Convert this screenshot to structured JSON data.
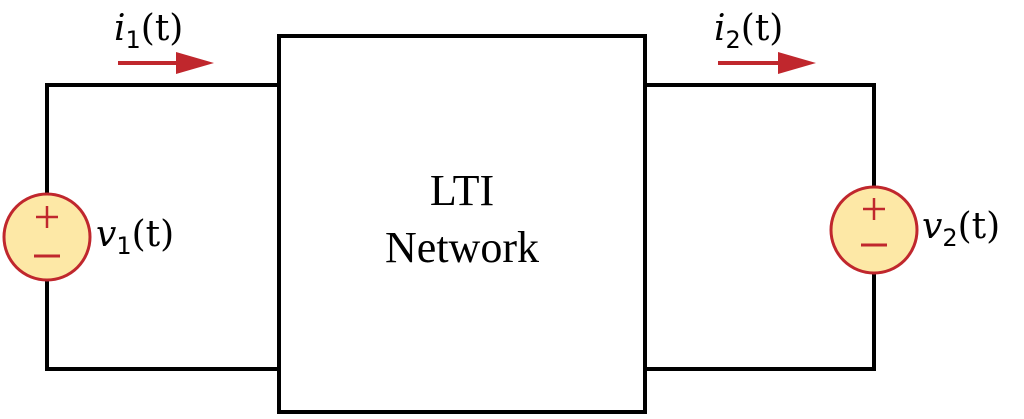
{
  "diagram": {
    "network_box": {
      "line1": "LTI",
      "line2": "Network"
    },
    "currents": [
      {
        "name": "i",
        "subscript": "1",
        "arg": "(t)",
        "direction": "right"
      },
      {
        "name": "i",
        "subscript": "2",
        "arg": "(t)",
        "direction": "right"
      }
    ],
    "sources": [
      {
        "name": "v",
        "subscript": "1",
        "arg": "(t)",
        "plus": "+",
        "minus": "−"
      },
      {
        "name": "v",
        "subscript": "2",
        "arg": "(t)",
        "plus": "+",
        "minus": "−"
      }
    ],
    "colors": {
      "wire": "#000000",
      "arrow": "#c0272d",
      "source_fill": "#fde8a6",
      "source_stroke": "#c0272d"
    }
  }
}
